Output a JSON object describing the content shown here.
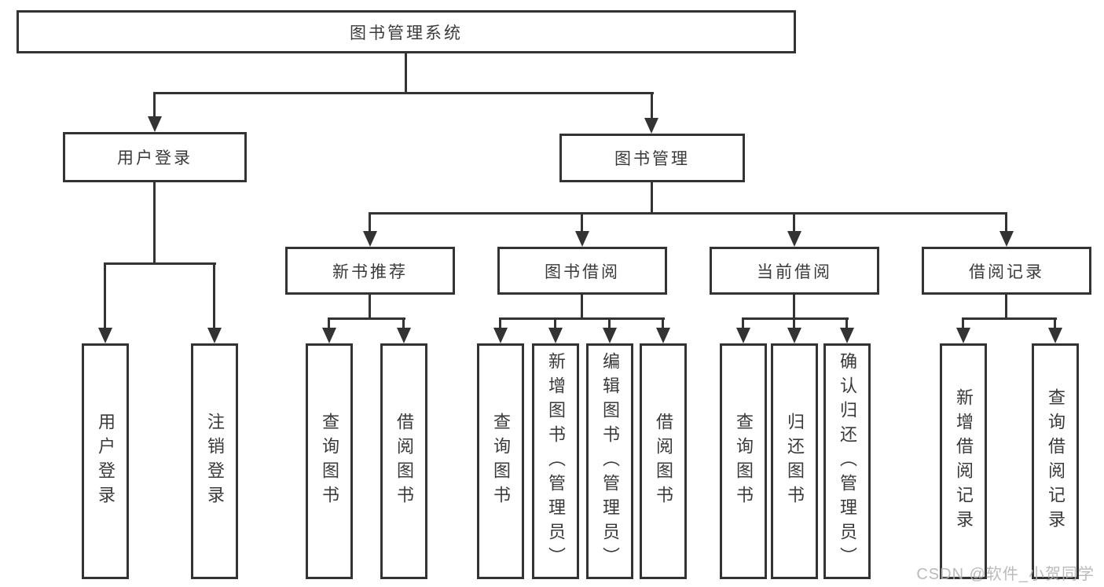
{
  "diagram": {
    "root": {
      "label": "图书管理系统"
    },
    "level2": {
      "user_login": {
        "label": "用户登录"
      },
      "book_management": {
        "label": "图书管理"
      }
    },
    "level3": {
      "new_book_recommend": {
        "label": "新书推荐"
      },
      "book_borrow": {
        "label": "图书借阅"
      },
      "current_borrow": {
        "label": "当前借阅"
      },
      "borrow_records": {
        "label": "借阅记录"
      }
    },
    "leaves": {
      "user_login_children": [
        "用户登录",
        "注销登录"
      ],
      "new_book_recommend_children": [
        "查询图书",
        "借阅图书"
      ],
      "book_borrow_children": [
        "查询图书",
        "新增图书（管理员）",
        "编辑图书（管理员）",
        "借阅图书"
      ],
      "current_borrow_children": [
        "查询图书",
        "归还图书",
        "确认归还（管理员）"
      ],
      "borrow_records_children": [
        "新增借阅记录",
        "查询借阅记录"
      ]
    }
  },
  "watermark": "CSDN @软件_小贺同学",
  "colors": {
    "line": "#333333",
    "box_border": "#333333",
    "box_fill": "#ffffff",
    "text": "#3a3a3a",
    "watermark": "#b3b3b3",
    "background": "#ffffff"
  }
}
